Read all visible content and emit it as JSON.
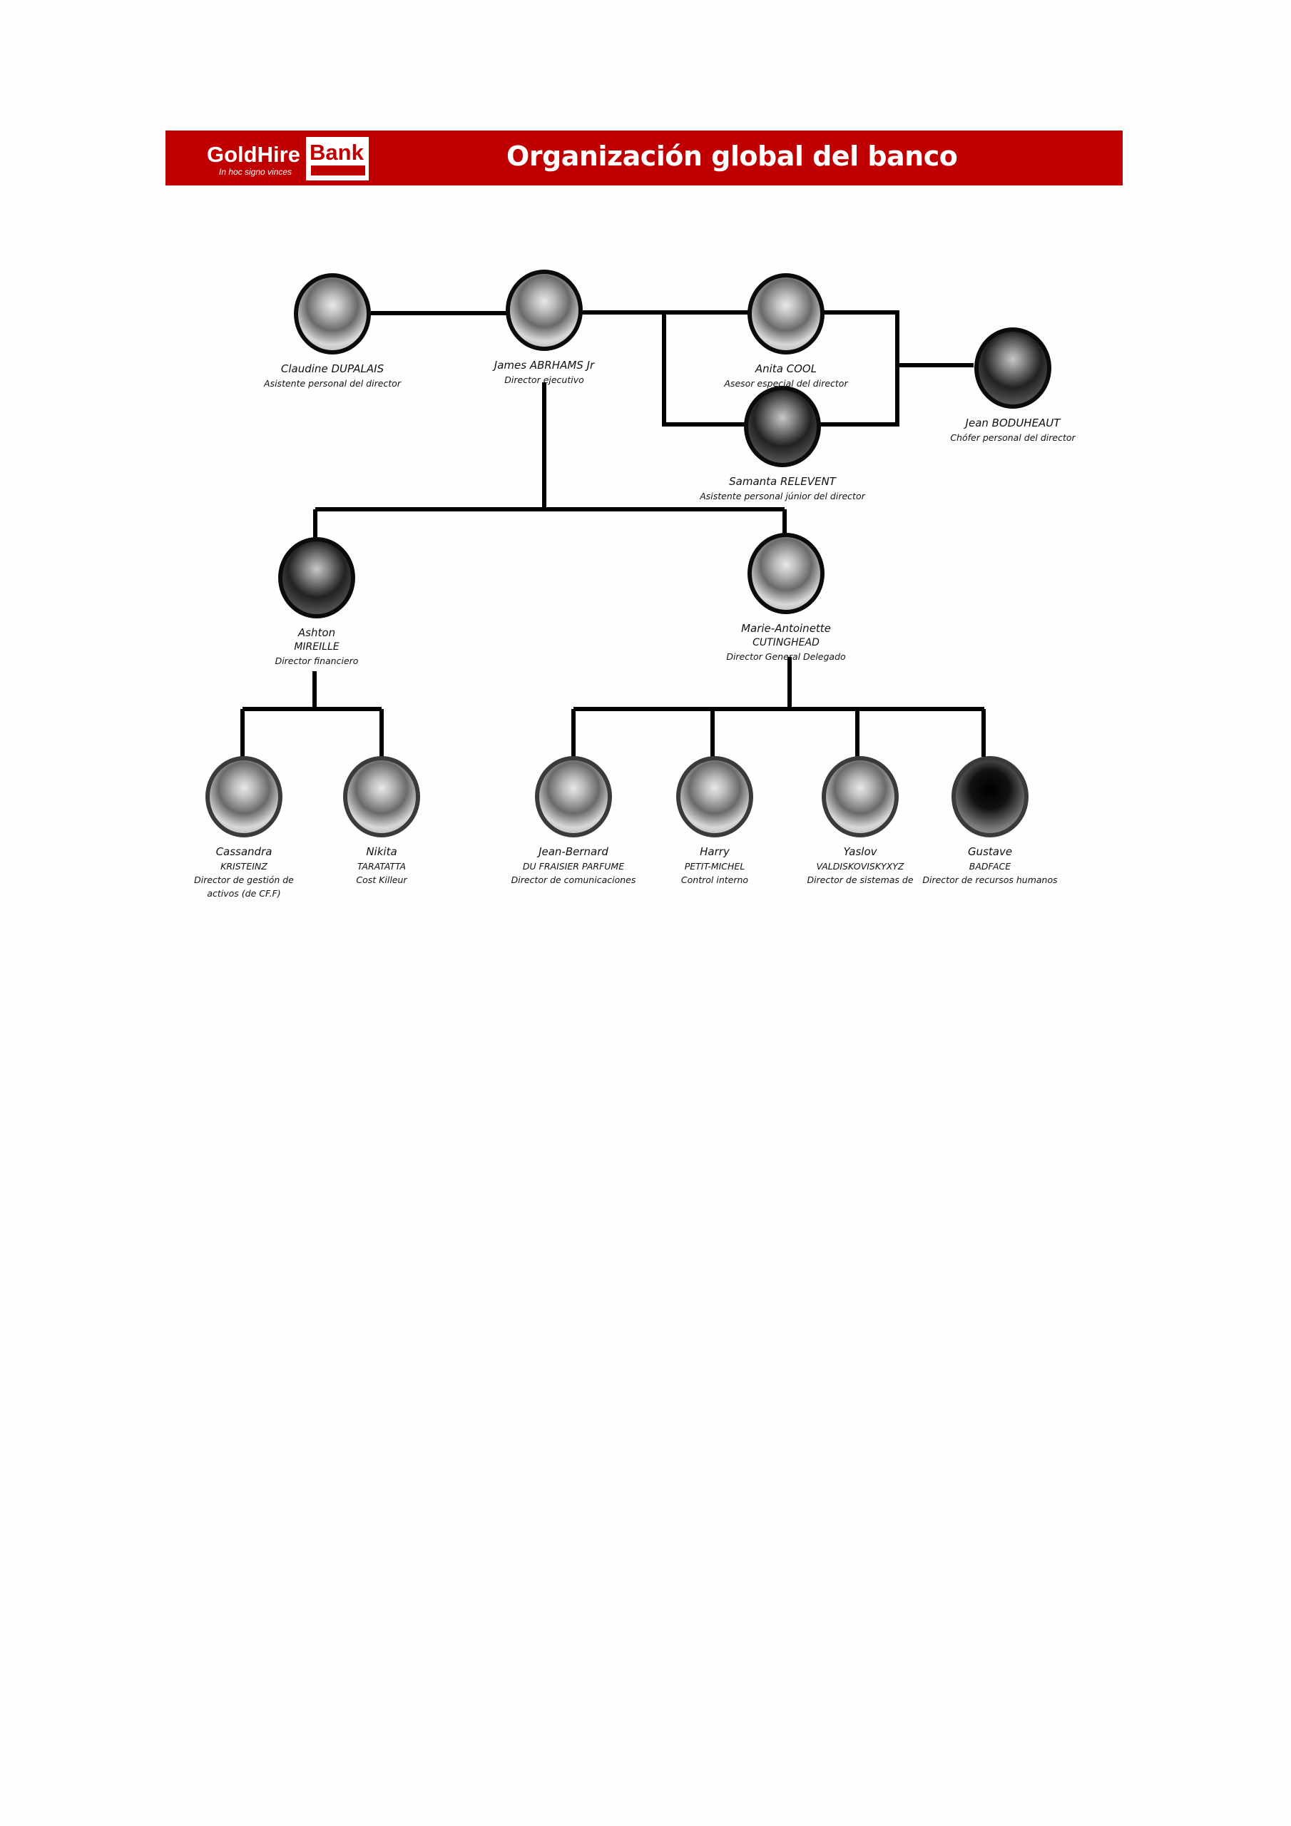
{
  "header": {
    "brand": "GoldHire",
    "brand_box": "Bank",
    "tagline": "In hoc signo vinces",
    "title": "Organización global del banco",
    "color": "#c00000"
  },
  "people": {
    "claudine": {
      "name": "Claudine DUPALAIS",
      "role": "Asistente personal del director"
    },
    "james": {
      "name": "James ABRHAMS Jr",
      "role": "Director ejecutivo"
    },
    "anita": {
      "name": "Anita COOL",
      "role": "Asesor especial del director"
    },
    "samanta": {
      "name": "Samanta RELEVENT",
      "role": "Asistente personal júnior del director"
    },
    "jean": {
      "name": "Jean BODUHEAUT",
      "role": "Chófer personal del director"
    },
    "ashton": {
      "first": "Ashton",
      "last": "MIREILLE",
      "role": "Director financiero"
    },
    "marie": {
      "first": "Marie-Antoinette",
      "last": "CUTINGHEAD",
      "role": "Director General Delegado"
    },
    "cassandra": {
      "first": "Cassandra",
      "last": "KRISTEINZ",
      "role": "Director de gestión de",
      "role2": "activos (de CF.F)"
    },
    "nikita": {
      "first": "Nikita",
      "last": "TARATATTA",
      "role": "Cost Killeur"
    },
    "jeanbernard": {
      "first": "Jean-Bernard",
      "last": "DU FRAISIER PARFUME",
      "role": "Director de comunicaciones"
    },
    "harry": {
      "first": "Harry",
      "last": "PETIT-MICHEL",
      "role": "Control interno"
    },
    "yaslov": {
      "first": "Yaslov",
      "last": "VALDISKOVISKYXYZ",
      "role": "Director de sistemas de"
    },
    "gustave": {
      "first": "Gustave",
      "last": "BADFACE",
      "role": "Director de recursos humanos"
    }
  }
}
